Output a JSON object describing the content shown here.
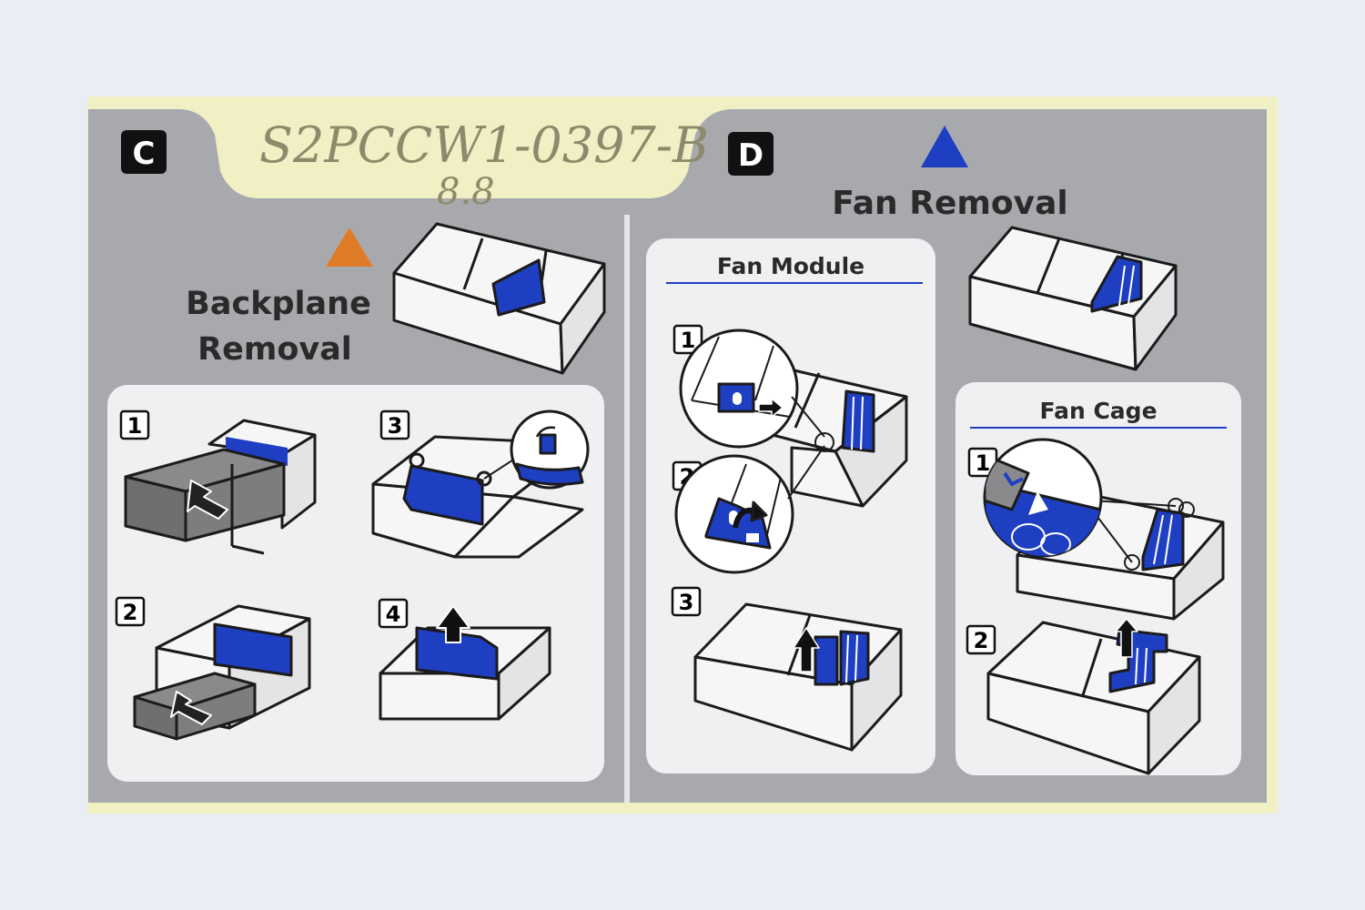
{
  "label": {
    "colors": {
      "backdrop": "#e8eef3",
      "paper": "#f1efc4",
      "panel_gray": "#a7a9ad",
      "box_white": "#eff0f2",
      "accent_blue": "#1f3fc2",
      "orange": "#e07b28",
      "ink": "#1b1b1b"
    },
    "handwriting": {
      "line1": "S2PCCW1-0397-B",
      "line2": "8.8"
    },
    "section_c": {
      "badge": "C",
      "warning_icon": "orange-triangle-icon",
      "title_line1": "Backplane",
      "title_line2": "Removal",
      "steps": [
        {
          "number": "1"
        },
        {
          "number": "2"
        },
        {
          "number": "3"
        },
        {
          "number": "4"
        }
      ]
    },
    "section_d": {
      "badge": "D",
      "warning_icon": "blue-triangle-icon",
      "title": "Fan Removal",
      "fan_module": {
        "title": "Fan Module",
        "steps": [
          {
            "number": "1"
          },
          {
            "number": "2"
          },
          {
            "number": "3"
          }
        ]
      },
      "fan_cage": {
        "title": "Fan Cage",
        "steps": [
          {
            "number": "1"
          },
          {
            "number": "2"
          }
        ]
      }
    }
  }
}
